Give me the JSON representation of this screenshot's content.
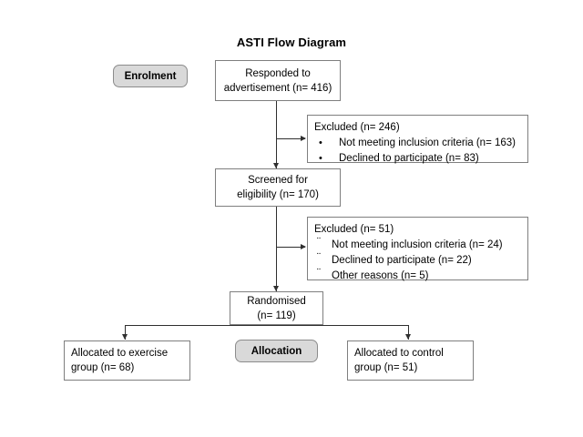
{
  "title": "ASTI Flow Diagram",
  "stage_labels": [
    {
      "name": "enrolment",
      "text": "Enrolment"
    },
    {
      "name": "allocation",
      "text": "Allocation"
    }
  ],
  "boxes": {
    "responded": {
      "line1": "Responded to",
      "line2": "advertisement (n= 416)"
    },
    "screened": {
      "line1": "Screened for",
      "line2": "eligibility (n= 170)"
    },
    "randomised": {
      "line1": "Randomised",
      "line2": "(n= 119)"
    },
    "exercise": {
      "line1": "Allocated to exercise",
      "line2": "group (n= 68)"
    },
    "control": {
      "line1": "Allocated to control",
      "line2": "group (n= 51)"
    }
  },
  "exclusions": [
    {
      "name": "exclusion-after-advertisement",
      "heading": "Excluded (n= 246)",
      "marker": "•",
      "marker_style": "bullet",
      "items": [
        "Not meeting inclusion criteria (n= 163)",
        "Declined to participate (n= 83)"
      ]
    },
    {
      "name": "exclusion-after-screening",
      "heading": "Excluded (n= 51)",
      "marker": "¨",
      "marker_style": "dots",
      "items": [
        "Not meeting inclusion criteria (n= 24)",
        "Declined to participate (n= 22)",
        "Other reasons (n= 5)"
      ]
    }
  ],
  "colors": {
    "background": "#ffffff",
    "box_border": "#7f7f7f",
    "connector": "#2f2f2f",
    "stage_fill": "#d9d9d9",
    "stage_border": "#8c8c8c",
    "text": "#000000"
  }
}
